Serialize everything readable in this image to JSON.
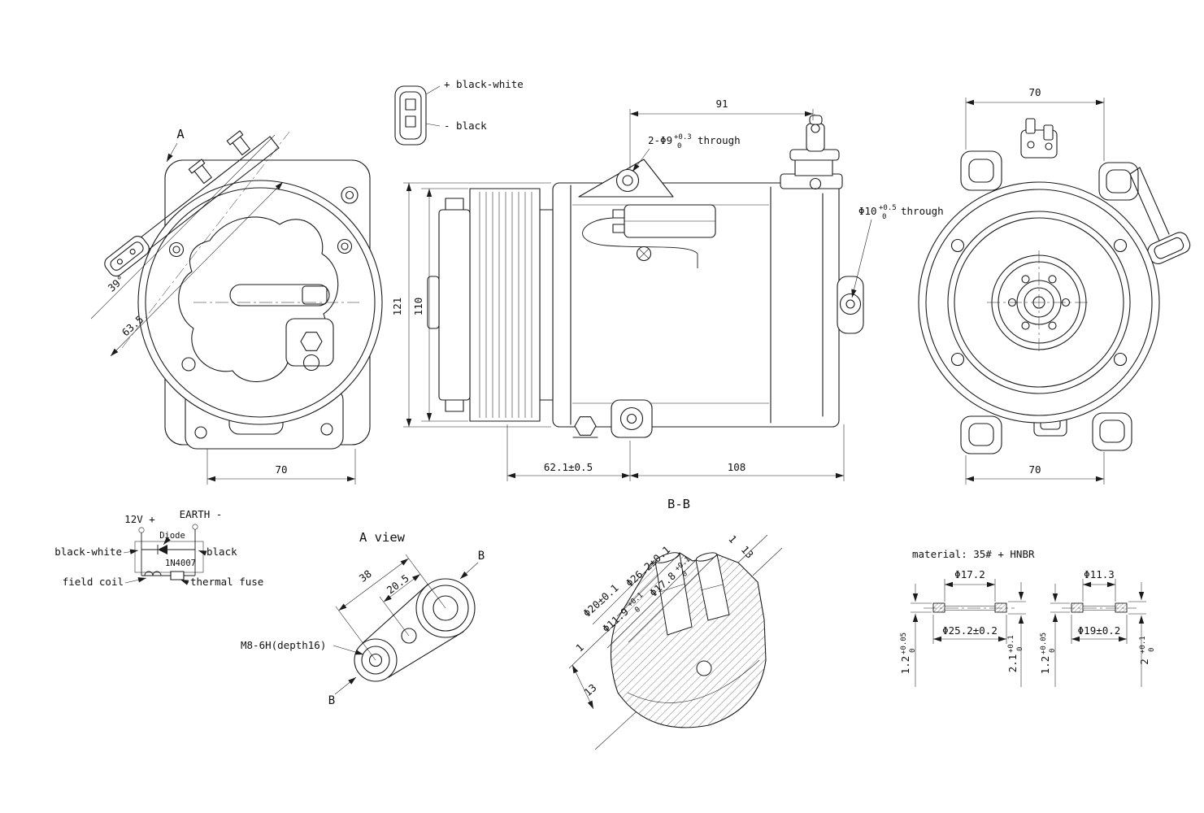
{
  "sheet": {
    "background": "#ffffff",
    "line_color": "#1b1b1b"
  },
  "connector_detail": {
    "positive_label": "+ black-white",
    "negative_label": "- black"
  },
  "front_view": {
    "view_arrow": "A",
    "angle_dim": "39°",
    "diag_dim": "63.5",
    "width_dim": "70"
  },
  "side_view": {
    "top_width_dim": "91",
    "holes_callout": {
      "main": "2-Φ9",
      "sup": "+0.3",
      "sub": "0",
      "suffix": "through"
    },
    "overall_height_dim": "121",
    "pulley_dia_dim": "110",
    "hole_callout": {
      "main": "Φ10",
      "sup": "+0.5",
      "sub": "0",
      "suffix": "through"
    },
    "front_length_dim": "62.1±0.5",
    "body_length_dim": "108",
    "section_label": "B-B"
  },
  "rear_view": {
    "top_width_dim": "70",
    "bottom_width_dim": "70"
  },
  "wiring_diagram": {
    "supply_label": "12V +",
    "earth_label": "EARTH -",
    "diode_label": "Diode",
    "diode_part": "1N4007",
    "wire_positive": "black-white",
    "wire_negative": "black",
    "coil_label": "field coil",
    "fuse_label": "thermal fuse"
  },
  "a_view": {
    "title": "A view",
    "dim_38": "38",
    "dim_20_5": "20.5",
    "thread_callout": "M8-6H(depth16)",
    "arrow_top": "B",
    "arrow_bottom": "B"
  },
  "section_bb": {
    "port1_outer": "Φ26.2±0.1",
    "port1_inner": {
      "main": "Φ17.8",
      "sup": "+0.1",
      "sub": "0"
    },
    "port2_outer": "Φ20±0.1",
    "port2_inner": {
      "main": "Φ11.9",
      "sup": "+0.1",
      "sub": "0"
    },
    "depth1_top": "1",
    "depth13_top": "13",
    "depth1_left": "1",
    "depth13_left": "13"
  },
  "gasket_details": {
    "material_note": "material: 35# + HNBR",
    "left": {
      "inner_dia": "Φ17.2",
      "outer_dia": "Φ25.2±0.2",
      "core_thickness": {
        "main": "1.2",
        "sup": "+0.05",
        "sub": "0"
      },
      "total_thickness": {
        "main": "2.1",
        "sup": "+0.1",
        "sub": "0"
      }
    },
    "right": {
      "inner_dia": "Φ11.3",
      "outer_dia": "Φ19±0.2",
      "core_thickness": {
        "main": "1.2",
        "sup": "+0.05",
        "sub": "0"
      },
      "total_thickness": {
        "main": "2",
        "sup": "+0.1",
        "sub": "0"
      }
    }
  }
}
